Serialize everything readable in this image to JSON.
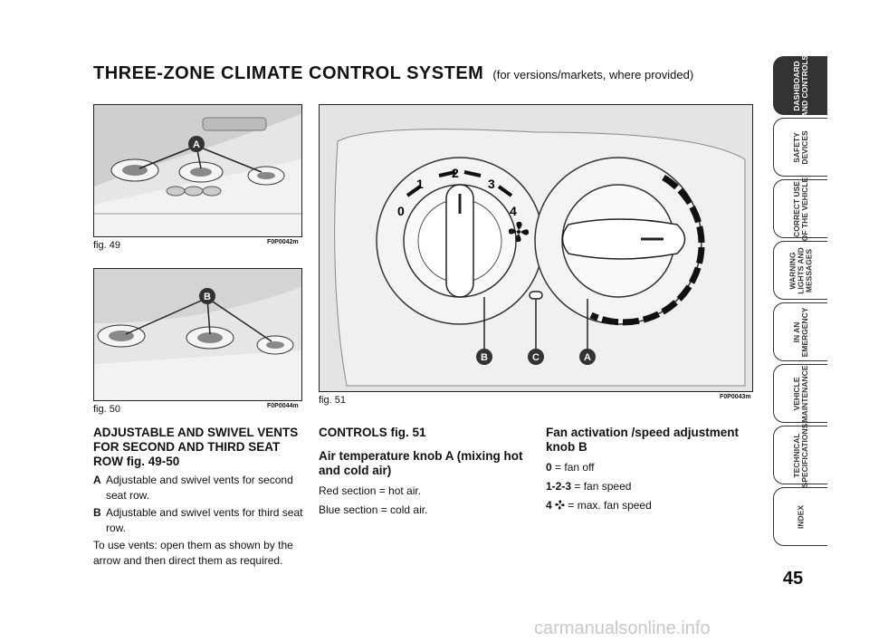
{
  "header": {
    "title": "THREE-ZONE CLIMATE CONTROL SYSTEM",
    "subtitle": "(for versions/markets, where provided)"
  },
  "figures": {
    "fig49": {
      "caption": "fig. 49",
      "code": "F0P0042m",
      "label": "A"
    },
    "fig50": {
      "caption": "fig. 50",
      "code": "F0P0044m",
      "label": "B"
    },
    "fig51": {
      "caption": "fig. 51",
      "code": "F0P0043m",
      "dial_numbers": [
        "0",
        "1",
        "2",
        "3",
        "4"
      ],
      "labels": [
        "B",
        "C",
        "A"
      ]
    }
  },
  "column1": {
    "heading": "ADJUSTABLE AND SWIVEL VENTS FOR SECOND AND THIRD SEAT ROW fig. 49-50",
    "items": [
      {
        "key": "A",
        "text": "Adjustable and swivel vents for second seat row."
      },
      {
        "key": "B",
        "text": "Adjustable and swivel vents for third seat row."
      }
    ],
    "note": "To use vents: open them as shown by the arrow and then direct them as required."
  },
  "column2": {
    "heading1": "CONTROLS fig. 51",
    "heading2": "Air temperature knob A (mixing hot and cold air)",
    "line1": "Red section = hot air.",
    "line2": "Blue section = cold air."
  },
  "column3": {
    "heading": "Fan activation /speed adjustment knob B",
    "rows": [
      {
        "key": "0",
        "text": "= fan off"
      },
      {
        "key": "1-2-3",
        "text": "= fan speed"
      },
      {
        "key": "4",
        "text": "= max. fan speed",
        "icon": "fan-icon"
      }
    ]
  },
  "sidebar": {
    "tabs": [
      {
        "label": "DASHBOARD\nAND CONTROLS",
        "active": true
      },
      {
        "label": "SAFETY\nDEVICES",
        "active": false
      },
      {
        "label": "CORRECT USE\nOF THE VEHICLE",
        "active": false
      },
      {
        "label": "WARNING\nLIGHTS AND\nMESSAGES",
        "active": false
      },
      {
        "label": "IN AN\nEMERGENCY",
        "active": false
      },
      {
        "label": "VEHICLE\nMAINTENANCE",
        "active": false
      },
      {
        "label": "TECHNICAL\nSPECIFICATIONS",
        "active": false
      },
      {
        "label": "INDEX",
        "active": false
      }
    ]
  },
  "page_number": "45",
  "watermark": "carmanualsonline.info"
}
